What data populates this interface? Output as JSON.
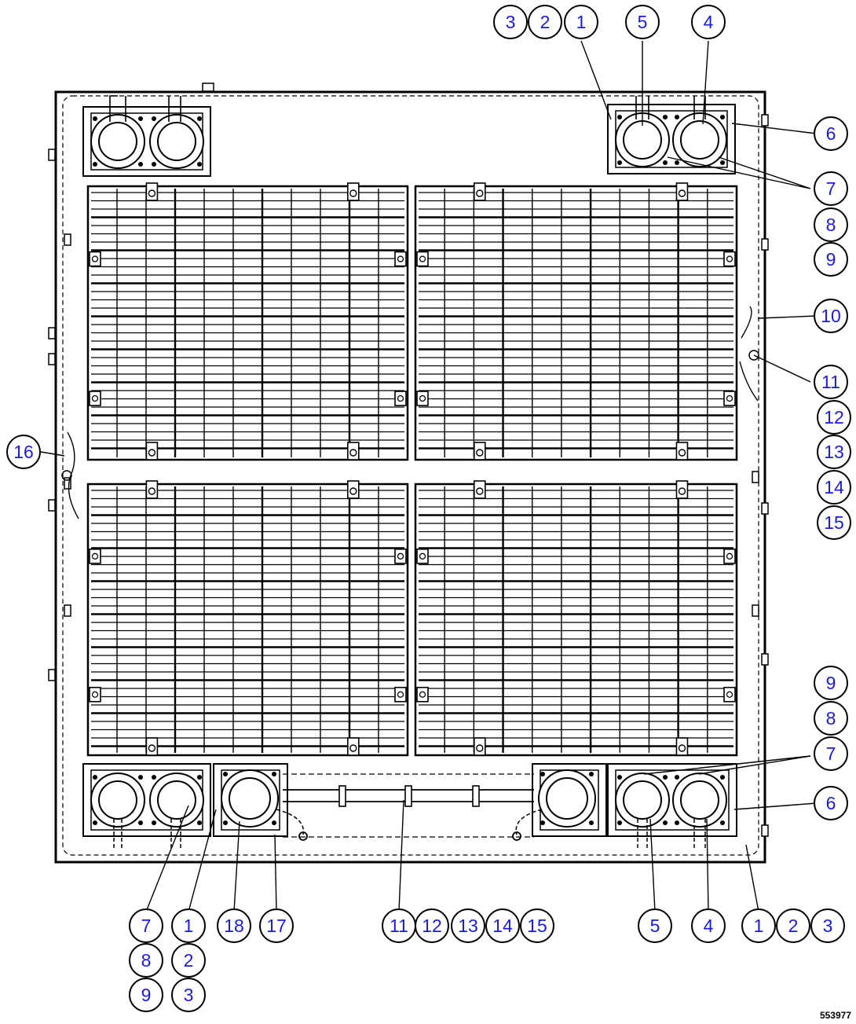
{
  "diagram": {
    "drawing_code": "553977",
    "callouts_top": [
      "3",
      "2",
      "1",
      "5",
      "4"
    ],
    "callouts_right_top": [
      "6",
      "7",
      "8",
      "9",
      "10",
      "11",
      "12",
      "13",
      "14",
      "15"
    ],
    "callouts_left": [
      "16"
    ],
    "callouts_right_bottom": [
      "9",
      "8",
      "7",
      "6"
    ],
    "callouts_bottom": [
      "7",
      "1",
      "18",
      "17",
      "11",
      "12",
      "13",
      "14",
      "15",
      "5",
      "4",
      "1",
      "2",
      "3"
    ],
    "callouts_bottom_stack_left": [
      "8",
      "9"
    ],
    "callouts_bottom_stack_mid": [
      "2",
      "3"
    ],
    "colors": {
      "callout_text": "#1a1ae6",
      "line": "#000000",
      "background": "#ffffff"
    }
  }
}
